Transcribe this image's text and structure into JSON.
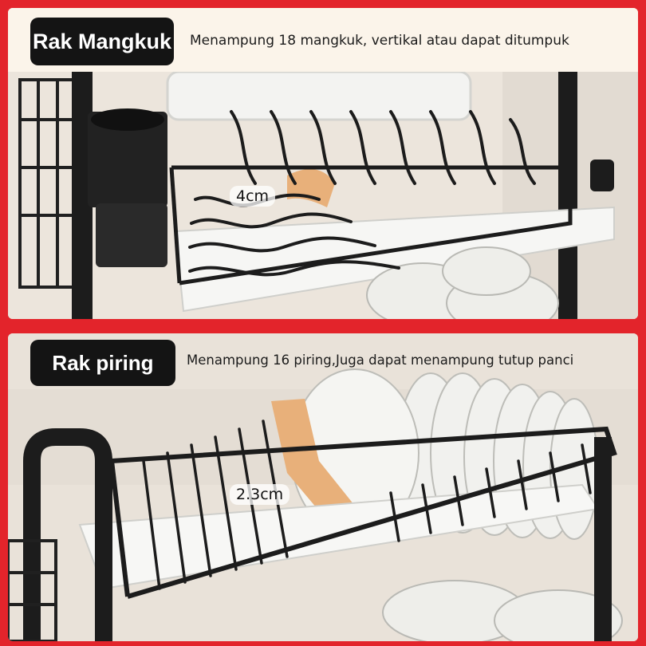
{
  "sections": [
    {
      "title": "Rak Mangkuk",
      "description": "Menampung 18 mangkuk, vertikal atau dapat ditumpuk",
      "measurement": "4cm"
    },
    {
      "title": "Rak piring",
      "description": "Menampung 16 piring,Juga dapat menampung tutup panci",
      "measurement": "2.3cm"
    }
  ],
  "colors": {
    "border": "#e3242b",
    "badge": "#141414",
    "rack": "#1c1c1c",
    "highlight": "#e8b07a",
    "background": "#f4ede4"
  }
}
